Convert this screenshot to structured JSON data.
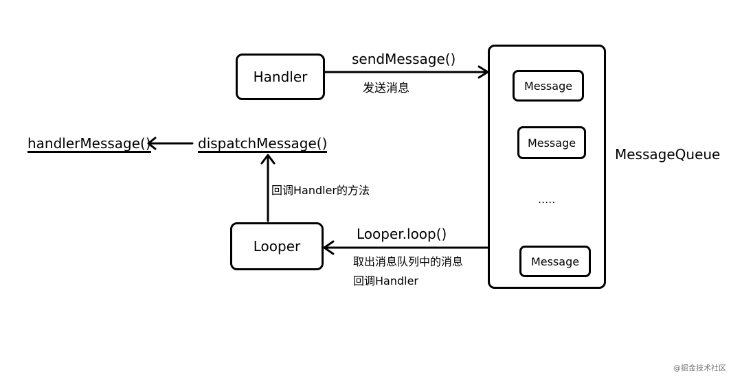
{
  "handler": {
    "label": "Handler"
  },
  "looper": {
    "label": "Looper"
  },
  "message_queue": {
    "label": "MessageQueue",
    "messages": [
      "Message",
      "Message",
      "Message"
    ],
    "ellipsis": "....."
  },
  "send": {
    "method": "sendMessage()",
    "desc": "发送消息"
  },
  "loop": {
    "method": "Looper.loop()",
    "desc_line1": "取出消息队列中的消息",
    "desc_line2": "回调Handler"
  },
  "dispatch": {
    "method": "dispatchMessage()",
    "desc": "回调Handler的方法"
  },
  "handler_message": {
    "method": "handlerMessage()"
  },
  "watermark": {
    "text": "@掘金技术社区"
  }
}
